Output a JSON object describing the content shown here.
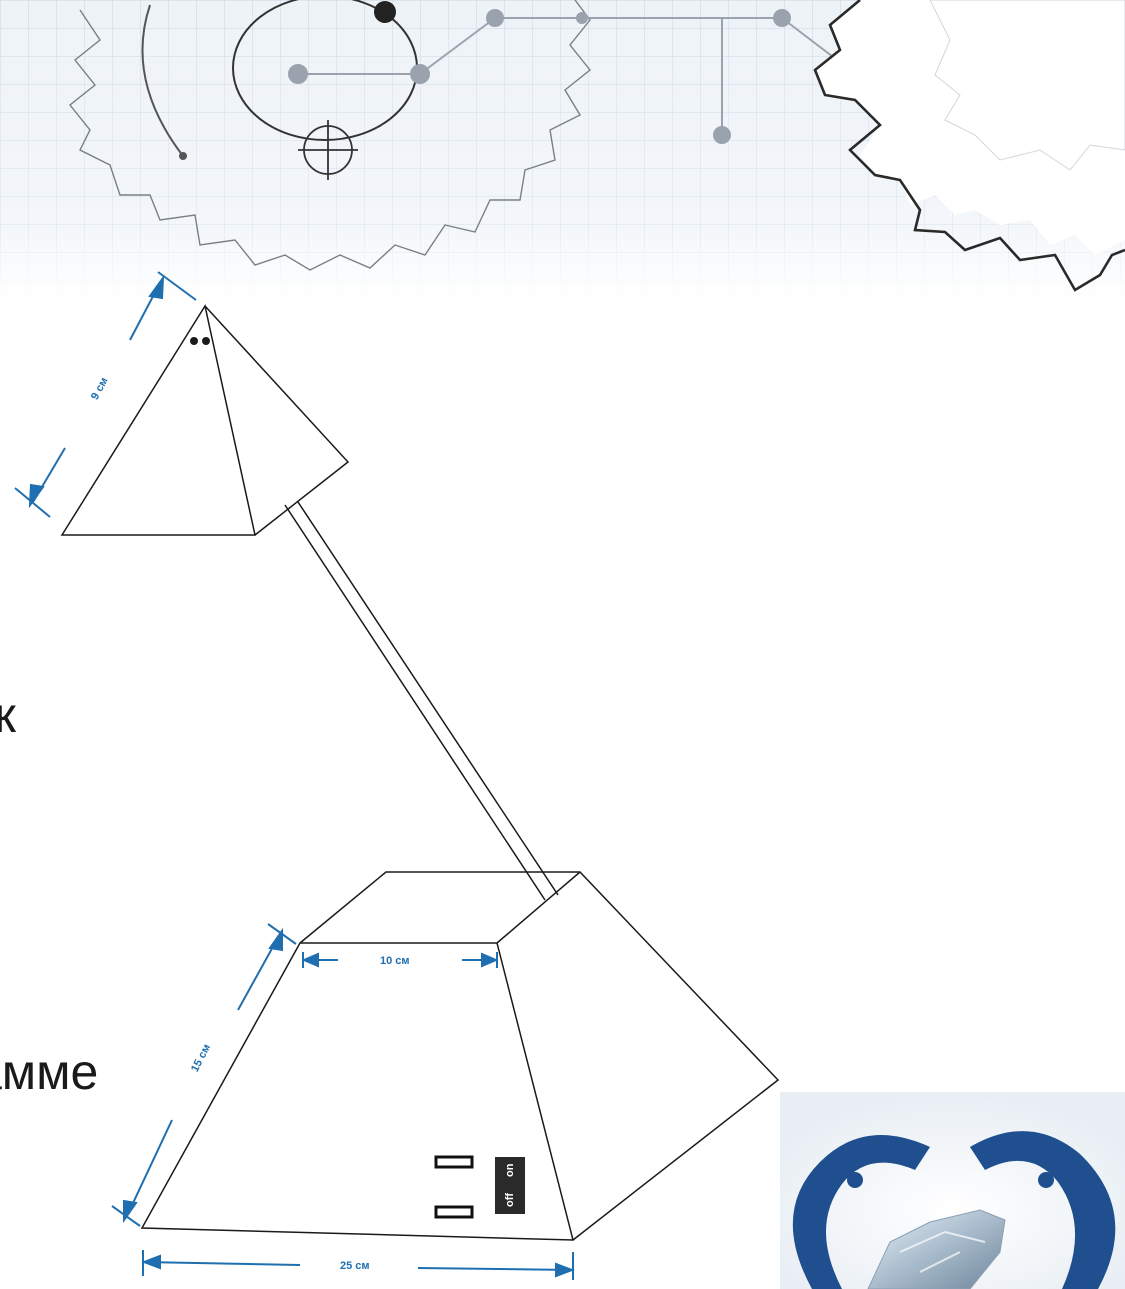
{
  "slide": {
    "text_fragment_1": "к",
    "text_fragment_2": "амме"
  },
  "drawing": {
    "shade_height_label": "9 см",
    "base_top_width_label": "10 см",
    "base_side_label": "15 см",
    "base_bottom_width_label": "25 см",
    "switch_on_label": "on",
    "switch_off_label": "off"
  },
  "colors": {
    "dimension_blue": "#1f6fb0",
    "outline": "#1a1a1a",
    "logo_blue": "#1f4f8f"
  }
}
